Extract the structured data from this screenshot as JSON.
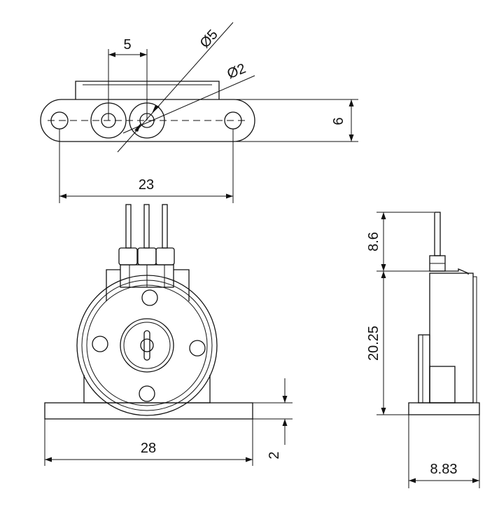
{
  "dimensions": {
    "pin_pitch": "5",
    "outer_diameter": "Ø5",
    "hole_diameter": "Ø2",
    "flange_height": "6",
    "mount_hole_spacing": "23",
    "base_width": "28",
    "base_thickness": "2",
    "pin_length": "8.6",
    "body_height": "20.25",
    "depth": "8.83"
  }
}
